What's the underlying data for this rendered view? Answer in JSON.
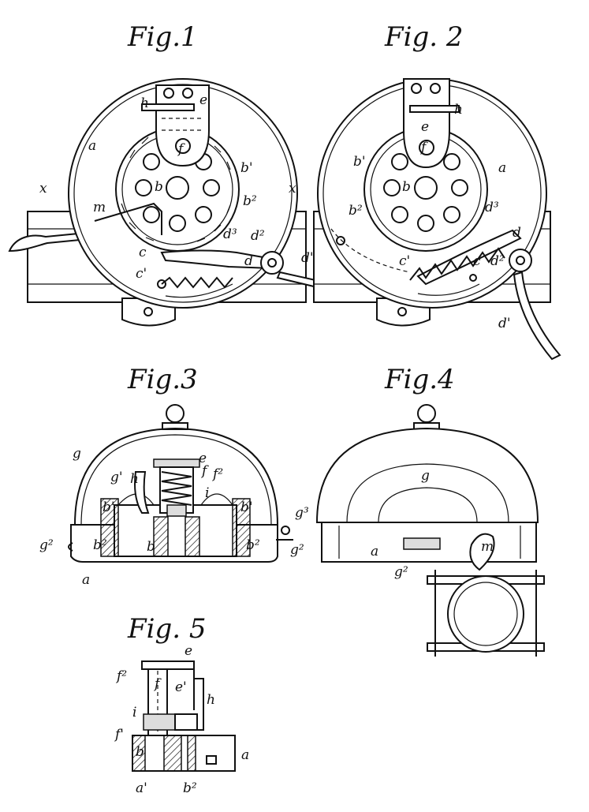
{
  "sheet": {
    "figures": [
      {
        "id": "fig1",
        "title": "Fig.1"
      },
      {
        "id": "fig2",
        "title": "Fig. 2"
      },
      {
        "id": "fig3",
        "title": "Fig.3"
      },
      {
        "id": "fig4",
        "title": "Fig.4"
      },
      {
        "id": "fig5",
        "title": "Fig. 5"
      }
    ],
    "labels": {
      "fig1": [
        "h",
        "e",
        "a",
        "f",
        "b'",
        "x",
        "b",
        "b²",
        "x",
        "m",
        "d³",
        "d²",
        "c",
        "d",
        "d'",
        "c'"
      ],
      "fig2": [
        "h",
        "e",
        "f",
        "b'",
        "a",
        "b",
        "b²",
        "d³",
        "d",
        "c'",
        "c",
        "d²",
        "d'"
      ],
      "fig3": [
        "g",
        "e",
        "g'",
        "h",
        "f",
        "f²",
        "i",
        "b'",
        "b'",
        "g³",
        "g²",
        "b²",
        "b",
        "b²",
        "g²",
        "a"
      ],
      "fig4": [
        "g",
        "m",
        "a",
        "g²"
      ],
      "fig5": [
        "e",
        "f²",
        "f",
        "e'",
        "h",
        "i",
        "f'",
        "b",
        "a",
        "a'",
        "b²"
      ]
    }
  }
}
